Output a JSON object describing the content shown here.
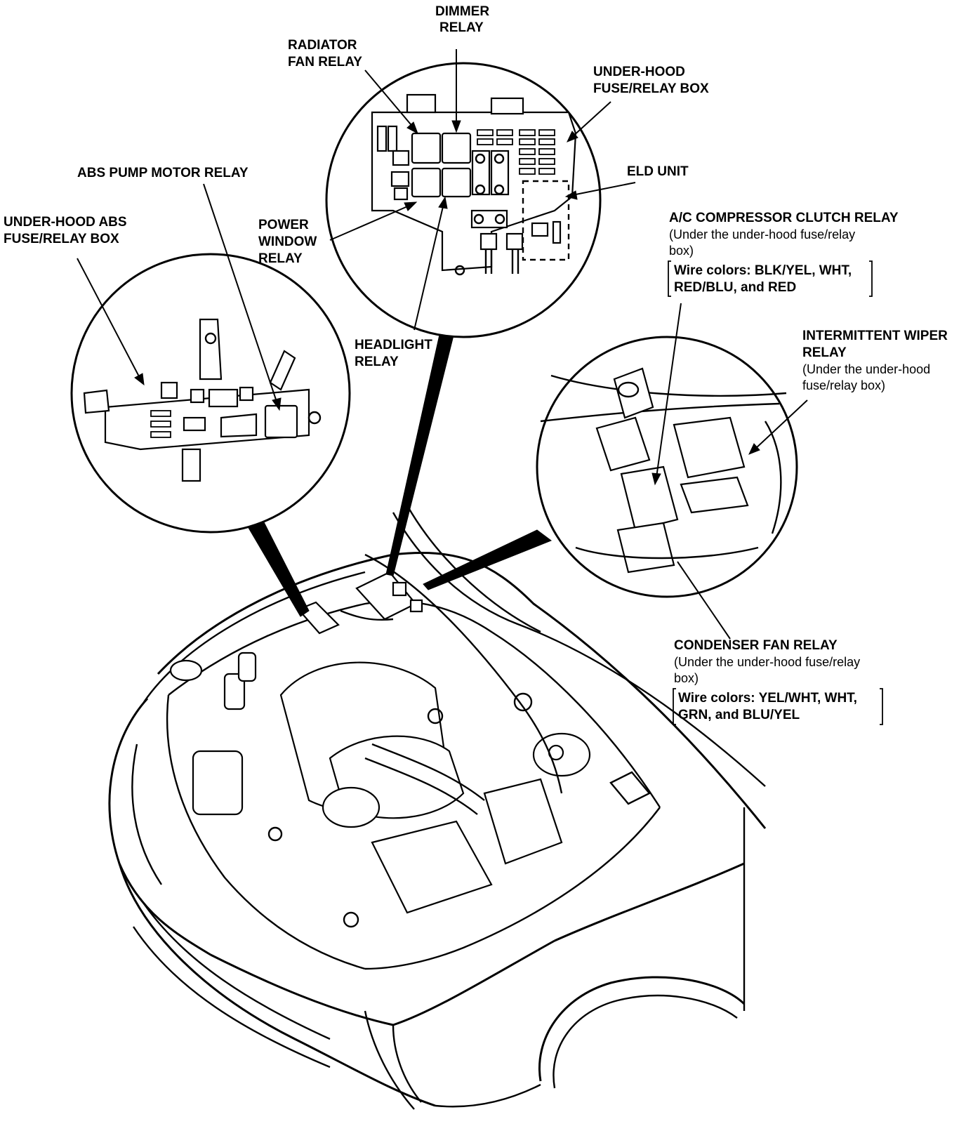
{
  "labels": {
    "dimmer_relay": [
      "DIMMER",
      "RELAY"
    ],
    "radiator_fan_relay": [
      "RADIATOR",
      "FAN RELAY"
    ],
    "under_hood_box": [
      "UNDER-HOOD",
      "FUSE/RELAY BOX"
    ],
    "eld_unit": "ELD UNIT",
    "abs_pump_motor_relay": "ABS PUMP MOTOR RELAY",
    "under_hood_abs_box": [
      "UNDER-HOOD ABS",
      "FUSE/RELAY BOX"
    ],
    "power_window_relay": [
      "POWER",
      "WINDOW",
      "RELAY"
    ],
    "headlight_relay": [
      "HEADLIGHT",
      "RELAY"
    ],
    "ac_compressor_clutch_relay": {
      "title": "A/C COMPRESSOR CLUTCH RELAY",
      "note": [
        "(Under the under-hood fuse/relay",
        "box)"
      ],
      "wires": [
        "Wire colors: BLK/YEL, WHT,",
        "RED/BLU, and RED"
      ]
    },
    "intermittent_wiper_relay": {
      "title": [
        "INTERMITTENT WIPER",
        "RELAY"
      ],
      "note": [
        "(Under the under-hood",
        "fuse/relay box)"
      ]
    },
    "condenser_fan_relay": {
      "title": "CONDENSER FAN RELAY",
      "note": [
        "(Under the under-hood fuse/relay",
        "box)"
      ],
      "wires": [
        "Wire colors: YEL/WHT, WHT,",
        "GRN, and BLU/YEL"
      ]
    }
  }
}
